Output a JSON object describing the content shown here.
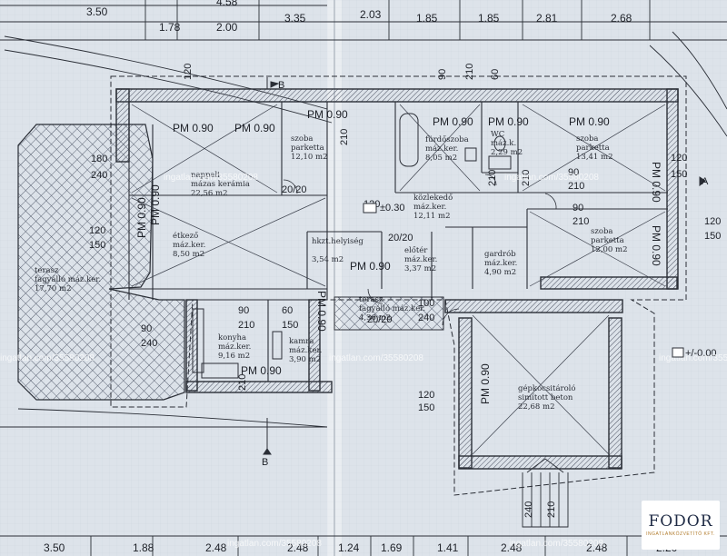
{
  "top_dims": {
    "row1": [
      "3.50",
      "4.58"
    ],
    "row2": [
      "1.78",
      "2.00",
      "3.35",
      "2.03",
      "1.85",
      "1.85",
      "2.81",
      "2.68"
    ]
  },
  "bottom_dims": [
    "3.50",
    "1.88",
    "2.48",
    "2.48",
    "1.24",
    "1.69",
    "1.41",
    "2.48",
    "2.48",
    "2.20"
  ],
  "section_marks": [
    "B",
    "B",
    "A"
  ],
  "rooms": [
    {
      "lines": [
        "szoba",
        "parketta",
        "12,10 m2"
      ]
    },
    {
      "lines": [
        "fürdőszoba",
        "máz.ker.",
        "8,05 m2"
      ]
    },
    {
      "lines": [
        "WC",
        "máz.k.",
        "2,29 m2"
      ]
    },
    {
      "lines": [
        "szoba",
        "parketta",
        "13,41 m2"
      ]
    },
    {
      "lines": [
        "nappali",
        "mázas kerámia",
        "22,56 m2"
      ]
    },
    {
      "lines": [
        "közlekedő",
        "máz.ker.",
        "12,11 m2"
      ]
    },
    {
      "lines": [
        "szoba",
        "parketta",
        "12,00 m2"
      ]
    },
    {
      "lines": [
        "étkező",
        "máz.ker.",
        "8,50 m2"
      ]
    },
    {
      "lines": [
        "hkzt.helyiség",
        "",
        "3,54 m2"
      ]
    },
    {
      "lines": [
        "előtér",
        "máz.ker.",
        "3,37 m2"
      ]
    },
    {
      "lines": [
        "gardrób",
        "máz.ker.",
        "4,90 m2"
      ]
    },
    {
      "lines": [
        "terasz",
        "fagyálló máz.ker.",
        "17,70 m2"
      ]
    },
    {
      "lines": [
        "terasz",
        "fagyálló máz.ker.",
        "4,36 m2"
      ]
    },
    {
      "lines": [
        "konyha",
        "máz.ker.",
        "9,16 m2"
      ]
    },
    {
      "lines": [
        "kamra",
        "máz.ker.",
        "3,90 m2"
      ]
    },
    {
      "lines": [
        "gépkocsitároló",
        "simított beton",
        "22,68 m2"
      ]
    }
  ],
  "pm_labels": [
    "PM 0.90",
    "PM 0.90",
    "PM 0.90",
    "PM 0.90",
    "PM 0.90",
    "PM 0.90",
    "PM 0.90",
    "PM 0.90",
    "PM 0.90",
    "PM 0.90",
    "PM 0.90",
    "PM 0.90",
    "PM 0.90",
    "PM 0.90",
    "PM 0.90",
    "PM 0.90",
    "PM 0.90"
  ],
  "openings": [
    "120",
    "150",
    "180",
    "240",
    "120",
    "150",
    "90",
    "240",
    "90",
    "210",
    "60",
    "150",
    "120",
    "150",
    "100",
    "240",
    "120",
    "150",
    "120",
    "150",
    "240",
    "210",
    "90",
    "210",
    "90",
    "210",
    "90",
    "210",
    "120",
    "150",
    "60",
    "210",
    "210",
    "210",
    "210",
    "210"
  ],
  "levels": [
    "±0.30",
    "+/-0.00",
    "20/20",
    "20/20",
    "20/20"
  ],
  "watermark": "ingatlan.com/35580208",
  "logo": {
    "word": "FODOR",
    "sub": "INGATLANKÖZVETÍTŐ KFT."
  }
}
